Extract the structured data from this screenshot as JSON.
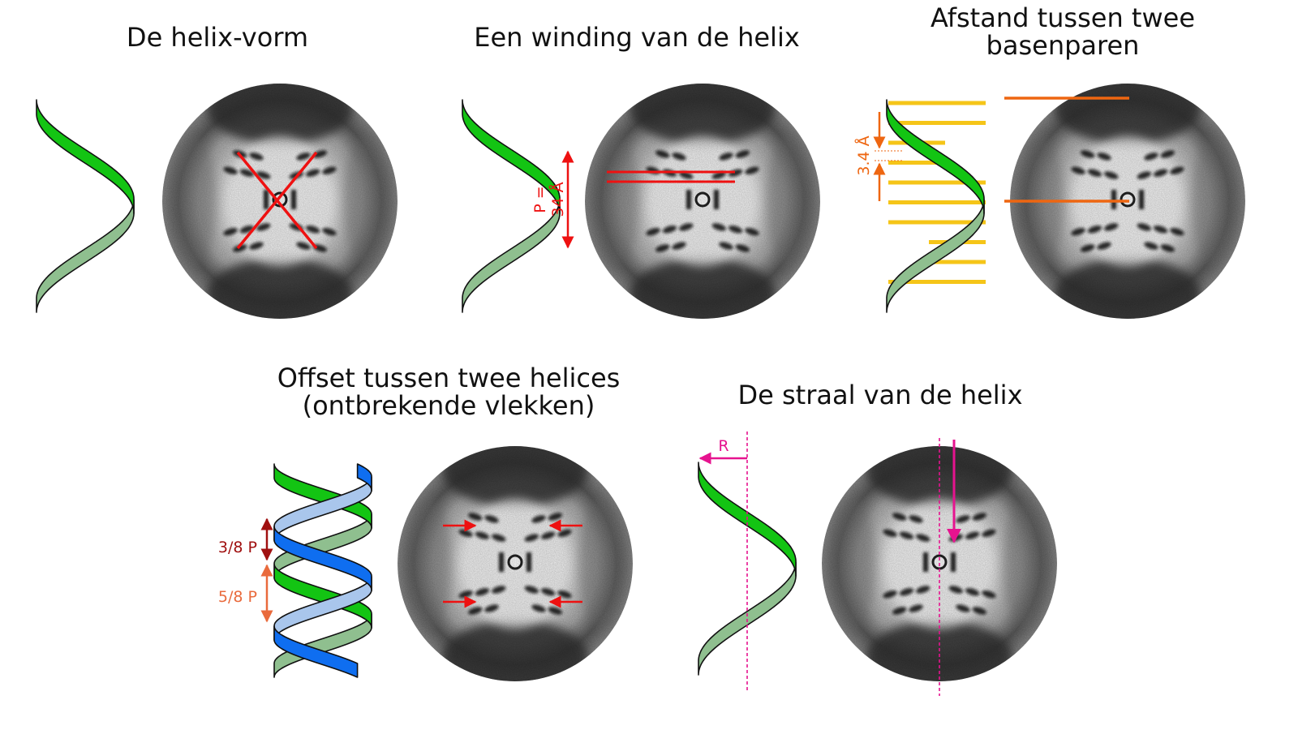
{
  "panels": [
    {
      "id": "shape",
      "title_lines": [
        "De helix-vorm"
      ]
    },
    {
      "id": "winding",
      "title_lines": [
        "Een winding van de helix"
      ],
      "pitch_label_lines": [
        "P =",
        "34 Å"
      ]
    },
    {
      "id": "basepair",
      "title_lines": [
        "Afstand tussen twee",
        "basenparen"
      ],
      "rise_label": "3.4 Å"
    },
    {
      "id": "offset",
      "title_lines": [
        "Offset tussen twee helices",
        "(ontbrekende vlekken)"
      ],
      "minor_label": "3/8 P",
      "major_label": "5/8 P"
    },
    {
      "id": "radius",
      "title_lines": [
        "De straal van de helix"
      ],
      "radius_label": "R"
    }
  ],
  "colors": {
    "strand_front": "#13c413",
    "strand_back": "#8fbf8f",
    "strand_blue_front": "#0f6ef0",
    "strand_blue_back": "#a9c6ec",
    "annotation_red": "#ee1111",
    "annotation_orange": "#ee6611",
    "base_pair_yellow": "#f5c518",
    "offset_dark_red": "#a01010",
    "offset_orange": "#e96a3c",
    "radius_magenta": "#e6138f"
  }
}
